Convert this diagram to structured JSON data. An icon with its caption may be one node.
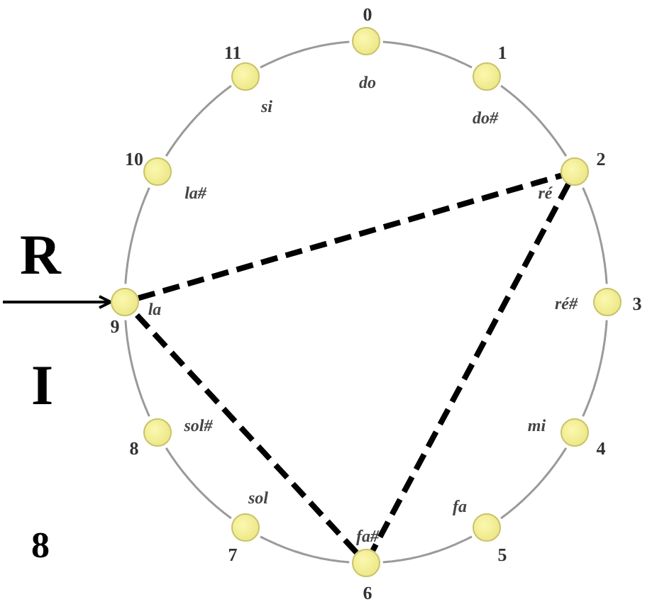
{
  "diagram": {
    "nodes": [
      {
        "text": [],
        "shape": "circle",
        "beside": [
          "0",
          "do"
        ]
      },
      {
        "text": [],
        "shape": "circle",
        "beside": [
          "1",
          "do#"
        ]
      },
      {
        "text": [],
        "shape": "circle",
        "beside": [
          "2",
          "ré"
        ]
      },
      {
        "text": [],
        "shape": "circle",
        "beside": [
          "3",
          "ré#"
        ]
      },
      {
        "text": [],
        "shape": "circle",
        "beside": [
          "4",
          "mi"
        ]
      },
      {
        "text": [],
        "shape": "circle",
        "beside": [
          "5",
          "fa"
        ]
      },
      {
        "text": [],
        "shape": "circle",
        "beside": [
          "6",
          "fa#"
        ]
      },
      {
        "text": [],
        "shape": "circle",
        "beside": [
          "7",
          "sol"
        ]
      },
      {
        "text": [],
        "shape": "circle",
        "beside": [
          "8",
          "sol#"
        ]
      },
      {
        "text": [],
        "shape": "circle",
        "beside": [
          "9",
          "la"
        ]
      },
      {
        "text": [],
        "shape": "circle",
        "beside": [
          "10",
          "la#"
        ]
      },
      {
        "text": [],
        "shape": "circle",
        "beside": [
          "11",
          "si"
        ]
      }
    ],
    "edges": [
      {
        "from": 0,
        "to": 1,
        "arrow": "none"
      },
      {
        "from": 1,
        "to": 2,
        "arrow": "none"
      },
      {
        "from": 2,
        "to": 3,
        "arrow": "none"
      },
      {
        "from": 3,
        "to": 4,
        "arrow": "none"
      },
      {
        "from": 4,
        "to": 5,
        "arrow": "none"
      },
      {
        "from": 5,
        "to": 6,
        "arrow": "none"
      },
      {
        "from": 6,
        "to": 7,
        "arrow": "none"
      },
      {
        "from": 7,
        "to": 8,
        "arrow": "none"
      },
      {
        "from": 8,
        "to": 9,
        "arrow": "none"
      },
      {
        "from": 9,
        "to": 10,
        "arrow": "none"
      },
      {
        "from": 10,
        "to": 11,
        "arrow": "none"
      },
      {
        "from": 11,
        "to": 0,
        "arrow": "none"
      },
      {
        "from": 9,
        "to": 2,
        "arrow": "none",
        "style": "dashed",
        "color": "#000000"
      },
      {
        "from": 2,
        "to": 6,
        "arrow": "none",
        "style": "dashed",
        "color": "#000000"
      },
      {
        "from": 6,
        "to": 9,
        "arrow": "none",
        "style": "dashed",
        "color": "#000000"
      },
      {
        "from": null,
        "to": 9,
        "arrow": "to",
        "color": "#000000"
      }
    ],
    "labels": [
      "R",
      "I",
      "8"
    ]
  }
}
